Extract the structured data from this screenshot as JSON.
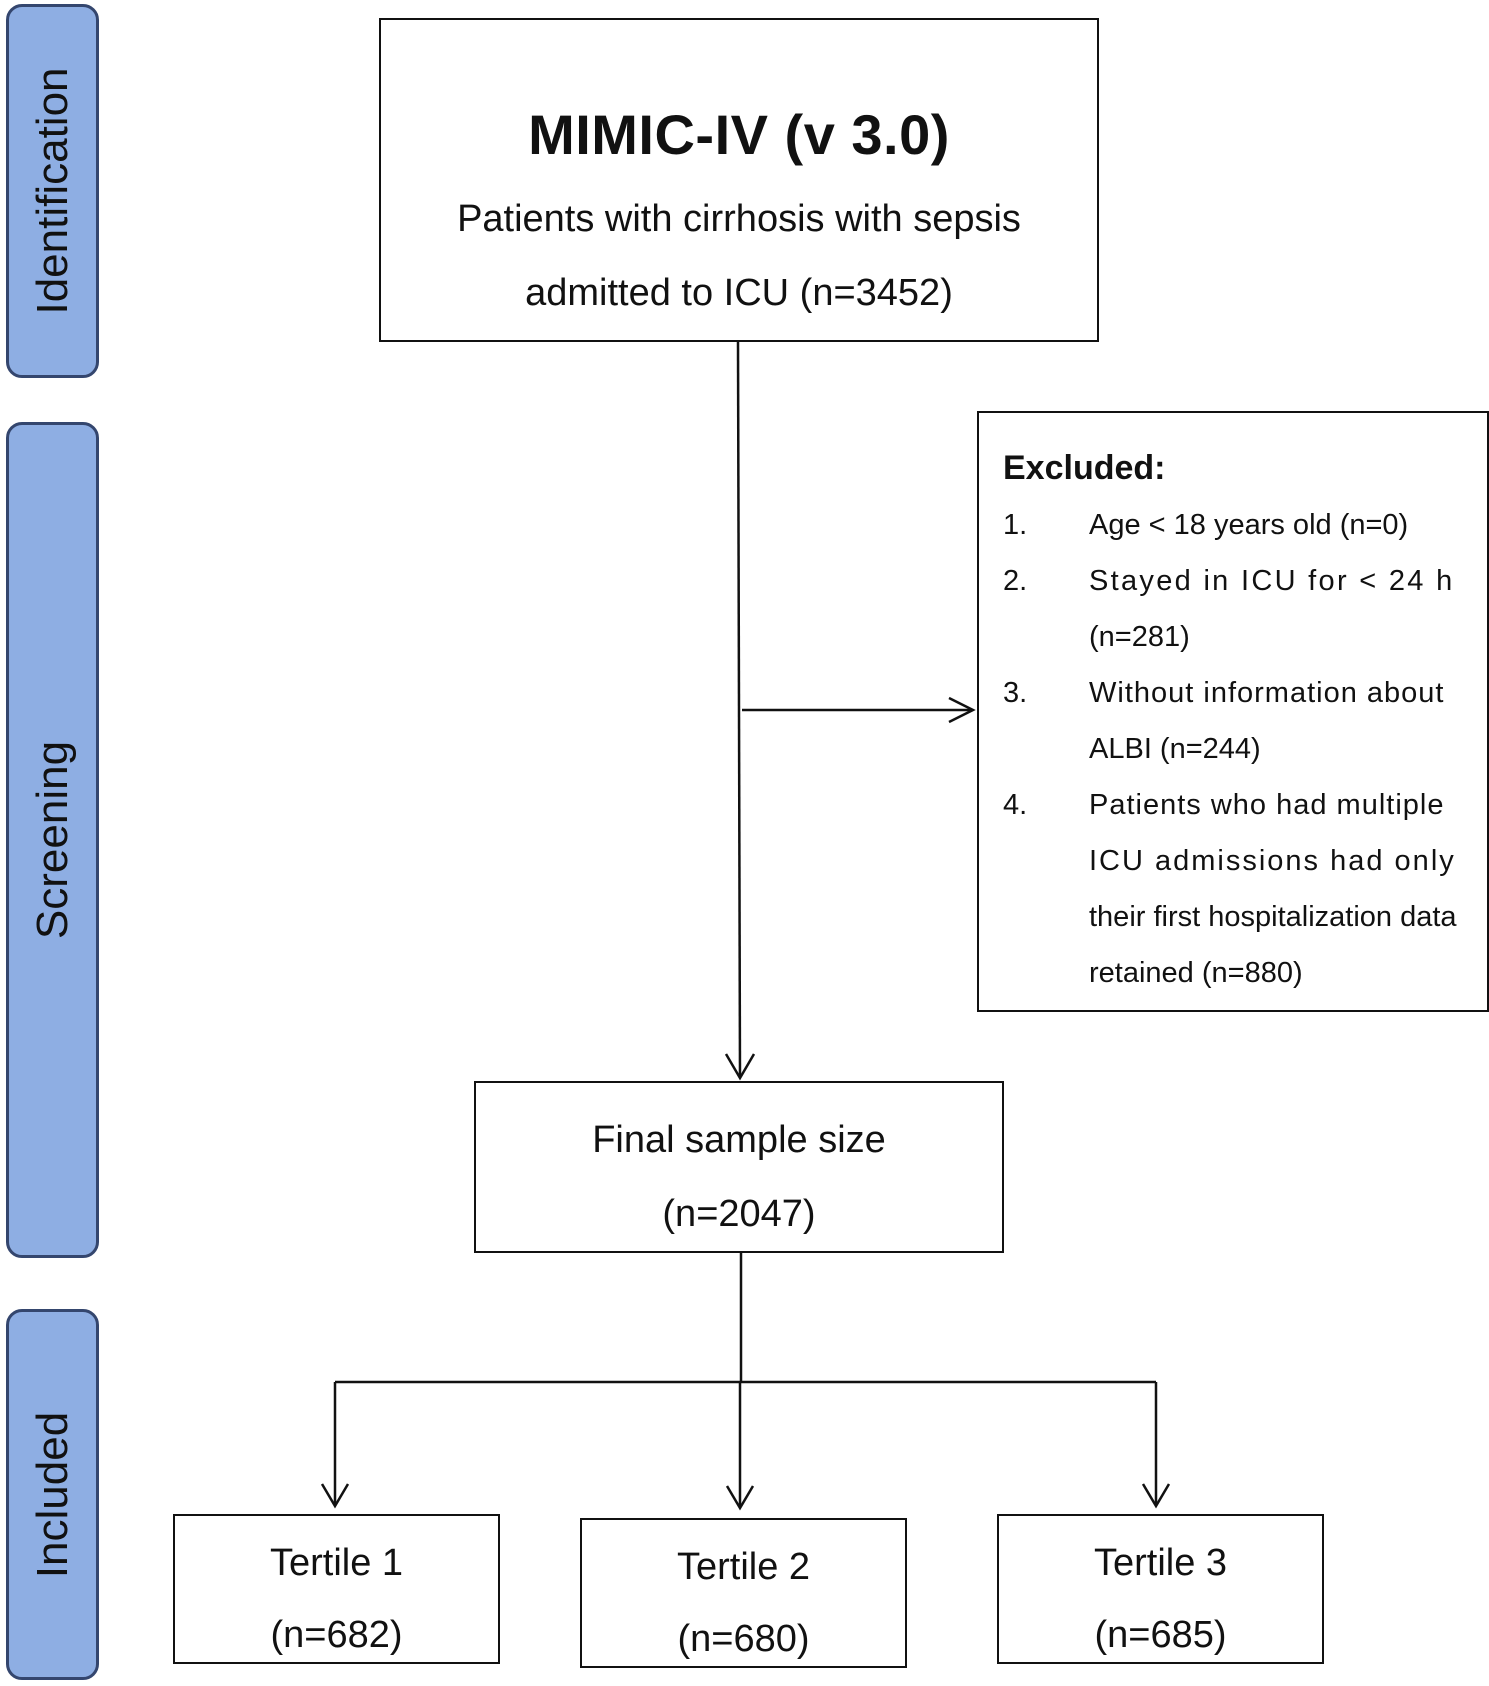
{
  "phases": {
    "identification": "Identification",
    "screening": "Screening",
    "included": "Included"
  },
  "source": {
    "title": "MIMIC-IV (v 3.0)",
    "line1": "Patients with cirrhosis with sepsis",
    "line2": "admitted to ICU (n=3452)"
  },
  "excluded": {
    "heading": "Excluded:",
    "items": [
      {
        "num": "1.",
        "lines": [
          "Age < 18 years old (n=0)"
        ]
      },
      {
        "num": "2.",
        "lines": [
          "Stayed in ICU for < 24 h",
          "(n=281)"
        ]
      },
      {
        "num": "3.",
        "lines": [
          "Without information about",
          "ALBI (n=244)"
        ]
      },
      {
        "num": "4.",
        "lines": [
          "Patients who had multiple",
          "ICU admissions had only",
          "their first hospitalization data",
          "retained (n=880)"
        ]
      }
    ]
  },
  "final": {
    "line1": "Final sample size",
    "line2": "(n=2047)"
  },
  "tertiles": [
    {
      "name": "Tertile 1",
      "count": "(n=682)"
    },
    {
      "name": "Tertile 2",
      "count": "(n=680)"
    },
    {
      "name": "Tertile 3",
      "count": "(n=685)"
    }
  ]
}
